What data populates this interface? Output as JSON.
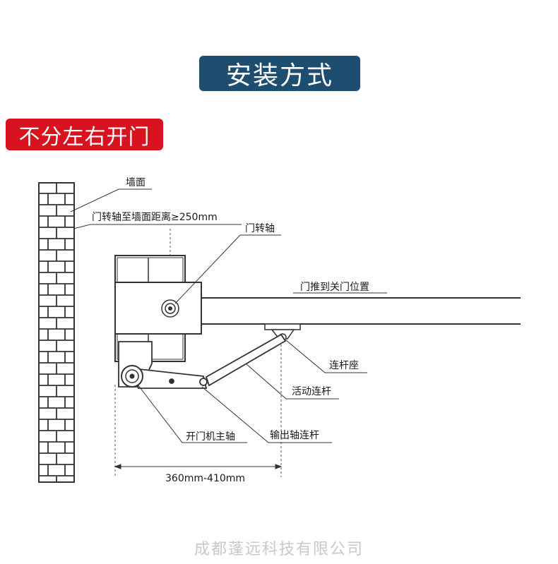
{
  "header": {
    "title": "安装方式"
  },
  "tag": {
    "text": "不分左右开门"
  },
  "diagram": {
    "labels": {
      "wall": "墙面",
      "pivot_distance": "门转轴至墙面距离≥250mm",
      "door_pivot": "门转轴",
      "door_closed": "门推到关门位置",
      "link_seat": "连杆座",
      "moving_link": "活动连杆",
      "output_link": "输出轴连杆",
      "main_shaft": "开门机主轴",
      "dimension": "360mm-410mm"
    }
  },
  "footer": {
    "company": "成都蓬远科技有限公司"
  }
}
